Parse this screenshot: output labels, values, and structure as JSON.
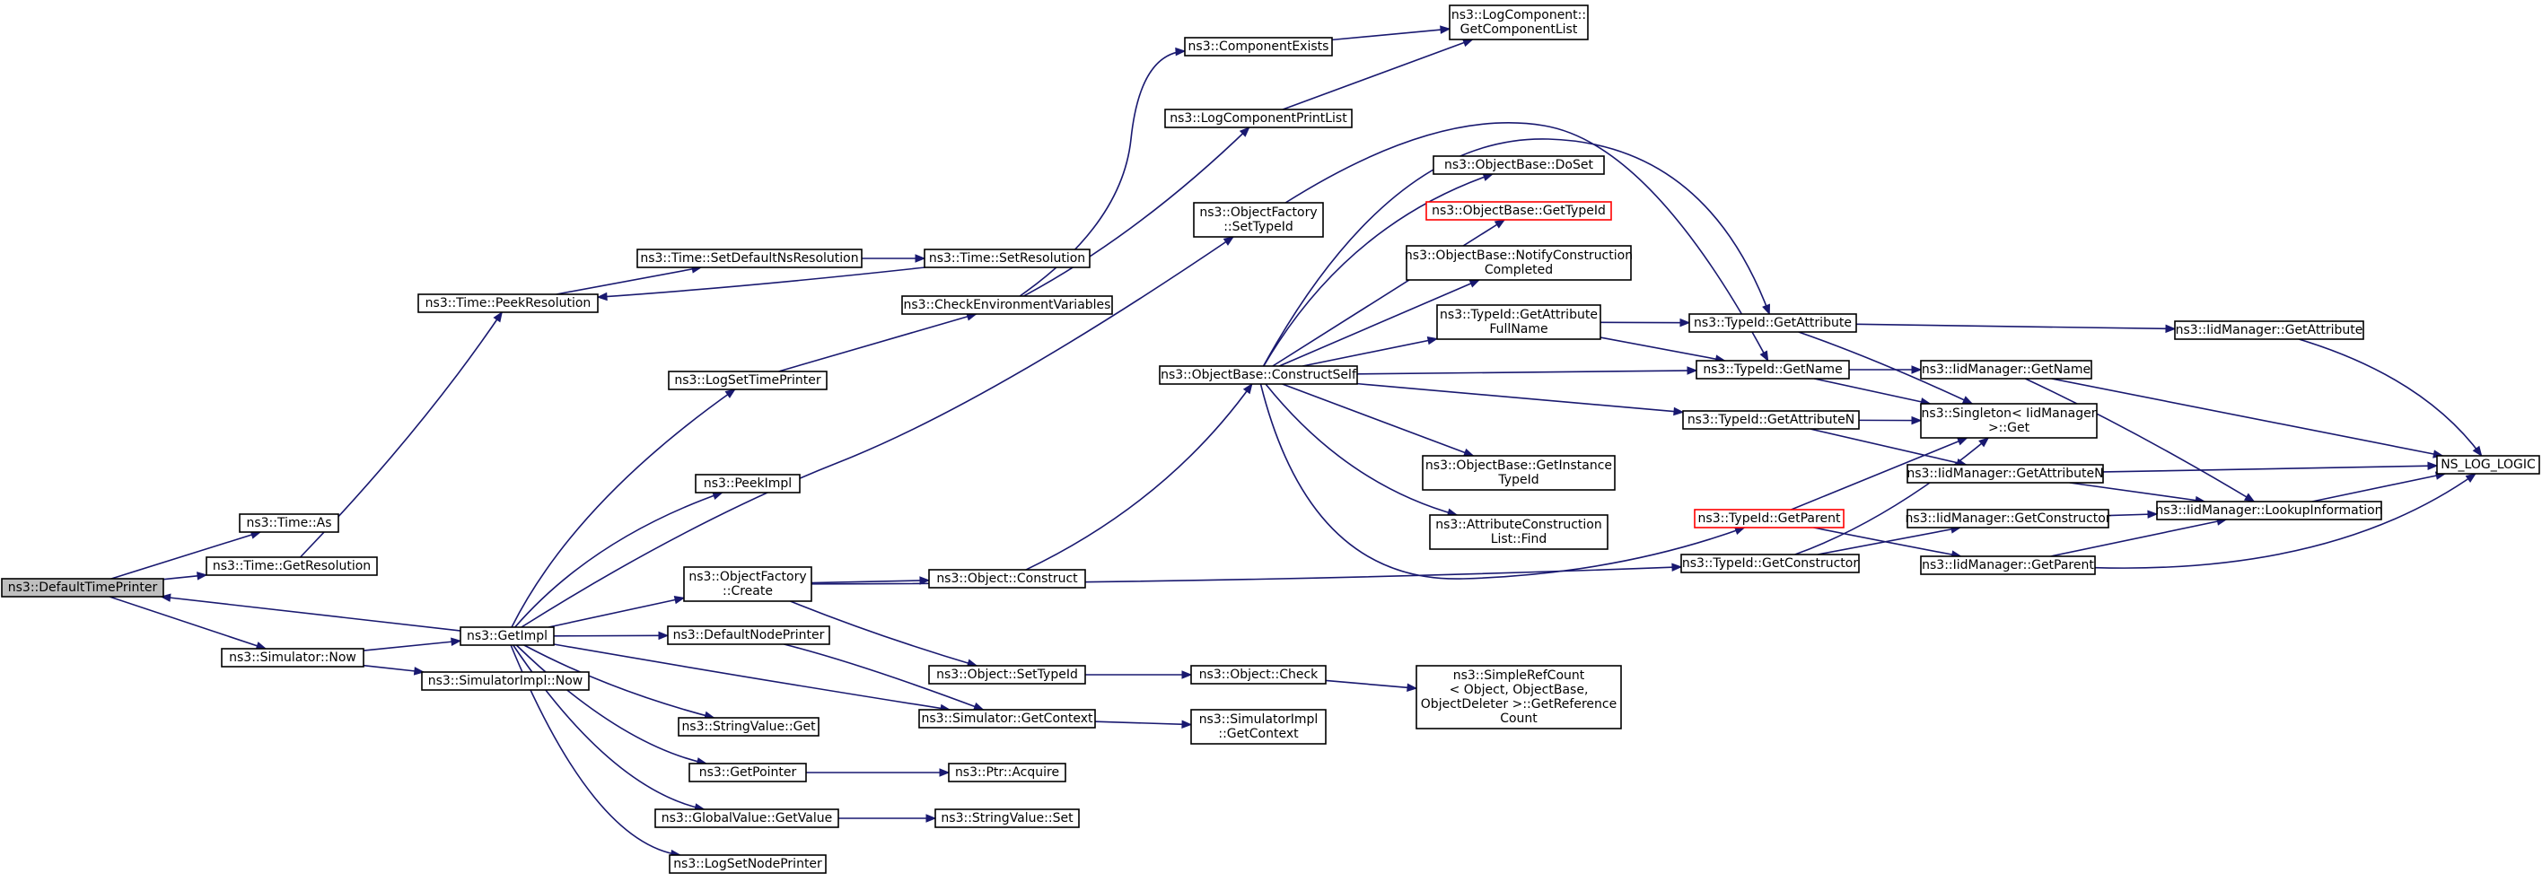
{
  "graph": {
    "colors": {
      "edge": "#191970",
      "root_fill": "#bfbfbf",
      "highlight": "#ff0000",
      "node_border": "#000000"
    },
    "nodes": [
      {
        "id": "default_time_printer",
        "lines": [
          "ns3::DefaultTimePrinter"
        ],
        "style": "root"
      },
      {
        "id": "time_as",
        "lines": [
          "ns3::Time::As"
        ]
      },
      {
        "id": "time_get_resolution",
        "lines": [
          "ns3::Time::GetResolution"
        ]
      },
      {
        "id": "simulator_now",
        "lines": [
          "ns3::Simulator::Now"
        ]
      },
      {
        "id": "time_peek_resolution",
        "lines": [
          "ns3::Time::PeekResolution"
        ]
      },
      {
        "id": "get_impl",
        "lines": [
          "ns3::GetImpl"
        ]
      },
      {
        "id": "simulator_impl_now",
        "lines": [
          "ns3::SimulatorImpl::Now"
        ]
      },
      {
        "id": "time_set_default_ns_resolution",
        "lines": [
          "ns3::Time::SetDefaultNsResolution"
        ]
      },
      {
        "id": "log_set_time_printer",
        "lines": [
          "ns3::LogSetTimePrinter"
        ]
      },
      {
        "id": "peek_impl",
        "lines": [
          "ns3::PeekImpl"
        ]
      },
      {
        "id": "object_factory_create",
        "lines": [
          "ns3::ObjectFactory",
          "::Create"
        ]
      },
      {
        "id": "default_node_printer",
        "lines": [
          "ns3::DefaultNodePrinter"
        ]
      },
      {
        "id": "string_value_get",
        "lines": [
          "ns3::StringValue::Get"
        ]
      },
      {
        "id": "get_pointer",
        "lines": [
          "ns3::GetPointer"
        ]
      },
      {
        "id": "global_value_get_value",
        "lines": [
          "ns3::GlobalValue::GetValue"
        ]
      },
      {
        "id": "log_set_node_printer",
        "lines": [
          "ns3::LogSetNodePrinter"
        ]
      },
      {
        "id": "time_set_resolution",
        "lines": [
          "ns3::Time::SetResolution"
        ]
      },
      {
        "id": "check_environment_variables",
        "lines": [
          "ns3::CheckEnvironmentVariables"
        ]
      },
      {
        "id": "object_construct",
        "lines": [
          "ns3::Object::Construct"
        ]
      },
      {
        "id": "object_set_type_id",
        "lines": [
          "ns3::Object::SetTypeId"
        ]
      },
      {
        "id": "simulator_get_context",
        "lines": [
          "ns3::Simulator::GetContext"
        ]
      },
      {
        "id": "ptr_acquire",
        "lines": [
          "ns3::Ptr::Acquire"
        ]
      },
      {
        "id": "string_value_set",
        "lines": [
          "ns3::StringValue::Set"
        ]
      },
      {
        "id": "component_exists",
        "lines": [
          "ns3::ComponentExists"
        ]
      },
      {
        "id": "log_component_print_list",
        "lines": [
          "ns3::LogComponentPrintList"
        ]
      },
      {
        "id": "object_factory_set_type_id",
        "lines": [
          "ns3::ObjectFactory",
          "::SetTypeId"
        ]
      },
      {
        "id": "object_base_construct_self",
        "lines": [
          "ns3::ObjectBase::ConstructSelf"
        ]
      },
      {
        "id": "object_check",
        "lines": [
          "ns3::Object::Check"
        ]
      },
      {
        "id": "simulator_impl_get_context",
        "lines": [
          "ns3::SimulatorImpl",
          "::GetContext"
        ]
      },
      {
        "id": "log_component_get_component_list",
        "lines": [
          "ns3::LogComponent::",
          "GetComponentList"
        ]
      },
      {
        "id": "object_base_do_set",
        "lines": [
          "ns3::ObjectBase::DoSet"
        ]
      },
      {
        "id": "object_base_get_type_id",
        "lines": [
          "ns3::ObjectBase::GetTypeId"
        ],
        "style": "red"
      },
      {
        "id": "object_base_notify_construction_completed",
        "lines": [
          "ns3::ObjectBase::NotifyConstruction",
          "Completed"
        ]
      },
      {
        "id": "type_id_get_attribute_full_name",
        "lines": [
          "ns3::TypeId::GetAttribute",
          "FullName"
        ]
      },
      {
        "id": "object_base_get_instance_type_id",
        "lines": [
          "ns3::ObjectBase::GetInstance",
          "TypeId"
        ]
      },
      {
        "id": "attribute_construction_list_find",
        "lines": [
          "ns3::AttributeConstruction",
          "List::Find"
        ]
      },
      {
        "id": "simple_ref_count_get_reference_count",
        "lines": [
          "ns3::SimpleRefCount",
          "< Object, ObjectBase,",
          " ObjectDeleter >::GetReference",
          "Count"
        ]
      },
      {
        "id": "type_id_get_attribute",
        "lines": [
          "ns3::TypeId::GetAttribute"
        ]
      },
      {
        "id": "type_id_get_name",
        "lines": [
          "ns3::TypeId::GetName"
        ]
      },
      {
        "id": "type_id_get_attribute_n",
        "lines": [
          "ns3::TypeId::GetAttributeN"
        ]
      },
      {
        "id": "type_id_get_parent",
        "lines": [
          "ns3::TypeId::GetParent"
        ],
        "style": "red"
      },
      {
        "id": "type_id_get_constructor",
        "lines": [
          "ns3::TypeId::GetConstructor"
        ]
      },
      {
        "id": "iid_manager_get_name",
        "lines": [
          "ns3::IidManager::GetName"
        ]
      },
      {
        "id": "singleton_iid_manager_get",
        "lines": [
          "ns3::Singleton< IidManager",
          " >::Get"
        ]
      },
      {
        "id": "iid_manager_get_attribute_n",
        "lines": [
          "ns3::IidManager::GetAttributeN"
        ]
      },
      {
        "id": "iid_manager_get_constructor",
        "lines": [
          "ns3::IidManager::GetConstructor"
        ]
      },
      {
        "id": "iid_manager_get_parent",
        "lines": [
          "ns3::IidManager::GetParent"
        ]
      },
      {
        "id": "iid_manager_get_attribute",
        "lines": [
          "ns3::IidManager::GetAttribute"
        ]
      },
      {
        "id": "iid_manager_lookup_information",
        "lines": [
          "ns3::IidManager::LookupInformation"
        ]
      },
      {
        "id": "ns_log_logic",
        "lines": [
          "NS_LOG_LOGIC"
        ]
      }
    ],
    "edges": [
      [
        "default_time_printer",
        "time_as"
      ],
      [
        "default_time_printer",
        "time_get_resolution"
      ],
      [
        "default_time_printer",
        "simulator_now"
      ],
      [
        "time_get_resolution",
        "time_peek_resolution"
      ],
      [
        "simulator_now",
        "get_impl"
      ],
      [
        "simulator_now",
        "simulator_impl_now"
      ],
      [
        "get_impl",
        "default_time_printer"
      ],
      [
        "get_impl",
        "log_set_time_printer"
      ],
      [
        "get_impl",
        "peek_impl"
      ],
      [
        "get_impl",
        "object_factory_set_type_id"
      ],
      [
        "get_impl",
        "object_factory_create"
      ],
      [
        "get_impl",
        "default_node_printer"
      ],
      [
        "get_impl",
        "simulator_get_context"
      ],
      [
        "get_impl",
        "string_value_get"
      ],
      [
        "get_impl",
        "get_pointer"
      ],
      [
        "get_impl",
        "global_value_get_value"
      ],
      [
        "get_impl",
        "log_set_node_printer"
      ],
      [
        "time_peek_resolution",
        "time_set_default_ns_resolution"
      ],
      [
        "time_set_default_ns_resolution",
        "time_set_resolution"
      ],
      [
        "time_set_resolution",
        "time_peek_resolution"
      ],
      [
        "log_set_time_printer",
        "check_environment_variables"
      ],
      [
        "check_environment_variables",
        "component_exists"
      ],
      [
        "check_environment_variables",
        "log_component_print_list"
      ],
      [
        "component_exists",
        "log_component_get_component_list"
      ],
      [
        "log_component_print_list",
        "log_component_get_component_list"
      ],
      [
        "object_factory_create",
        "object_construct"
      ],
      [
        "object_factory_create",
        "object_set_type_id"
      ],
      [
        "object_factory_create",
        "type_id_get_constructor"
      ],
      [
        "default_node_printer",
        "simulator_get_context"
      ],
      [
        "simulator_get_context",
        "simulator_impl_get_context"
      ],
      [
        "get_pointer",
        "ptr_acquire"
      ],
      [
        "global_value_get_value",
        "string_value_set"
      ],
      [
        "object_construct",
        "object_base_construct_self"
      ],
      [
        "object_set_type_id",
        "object_check"
      ],
      [
        "object_check",
        "simple_ref_count_get_reference_count"
      ],
      [
        "object_factory_set_type_id",
        "type_id_get_name"
      ],
      [
        "object_base_construct_self",
        "object_base_do_set"
      ],
      [
        "object_base_construct_self",
        "object_base_get_type_id"
      ],
      [
        "object_base_construct_self",
        "object_base_notify_construction_completed"
      ],
      [
        "object_base_construct_self",
        "type_id_get_attribute_full_name"
      ],
      [
        "object_base_construct_self",
        "type_id_get_attribute"
      ],
      [
        "object_base_construct_self",
        "type_id_get_name"
      ],
      [
        "object_base_construct_self",
        "type_id_get_attribute_n"
      ],
      [
        "object_base_construct_self",
        "object_base_get_instance_type_id"
      ],
      [
        "object_base_construct_self",
        "attribute_construction_list_find"
      ],
      [
        "object_base_construct_self",
        "type_id_get_parent"
      ],
      [
        "type_id_get_attribute_full_name",
        "type_id_get_attribute"
      ],
      [
        "type_id_get_attribute_full_name",
        "type_id_get_name"
      ],
      [
        "type_id_get_attribute",
        "iid_manager_get_attribute"
      ],
      [
        "type_id_get_attribute",
        "singleton_iid_manager_get"
      ],
      [
        "type_id_get_name",
        "iid_manager_get_name"
      ],
      [
        "type_id_get_name",
        "singleton_iid_manager_get"
      ],
      [
        "type_id_get_attribute_n",
        "singleton_iid_manager_get"
      ],
      [
        "type_id_get_attribute_n",
        "iid_manager_get_attribute_n"
      ],
      [
        "type_id_get_parent",
        "singleton_iid_manager_get"
      ],
      [
        "type_id_get_parent",
        "iid_manager_get_parent"
      ],
      [
        "type_id_get_constructor",
        "singleton_iid_manager_get"
      ],
      [
        "type_id_get_constructor",
        "iid_manager_get_constructor"
      ],
      [
        "iid_manager_get_attribute",
        "ns_log_logic"
      ],
      [
        "iid_manager_get_name",
        "ns_log_logic"
      ],
      [
        "iid_manager_get_name",
        "iid_manager_lookup_information"
      ],
      [
        "iid_manager_get_attribute_n",
        "ns_log_logic"
      ],
      [
        "iid_manager_get_attribute_n",
        "iid_manager_lookup_information"
      ],
      [
        "iid_manager_get_constructor",
        "iid_manager_lookup_information"
      ],
      [
        "iid_manager_get_parent",
        "ns_log_logic"
      ],
      [
        "iid_manager_get_parent",
        "iid_manager_lookup_information"
      ],
      [
        "iid_manager_lookup_information",
        "ns_log_logic"
      ]
    ]
  }
}
